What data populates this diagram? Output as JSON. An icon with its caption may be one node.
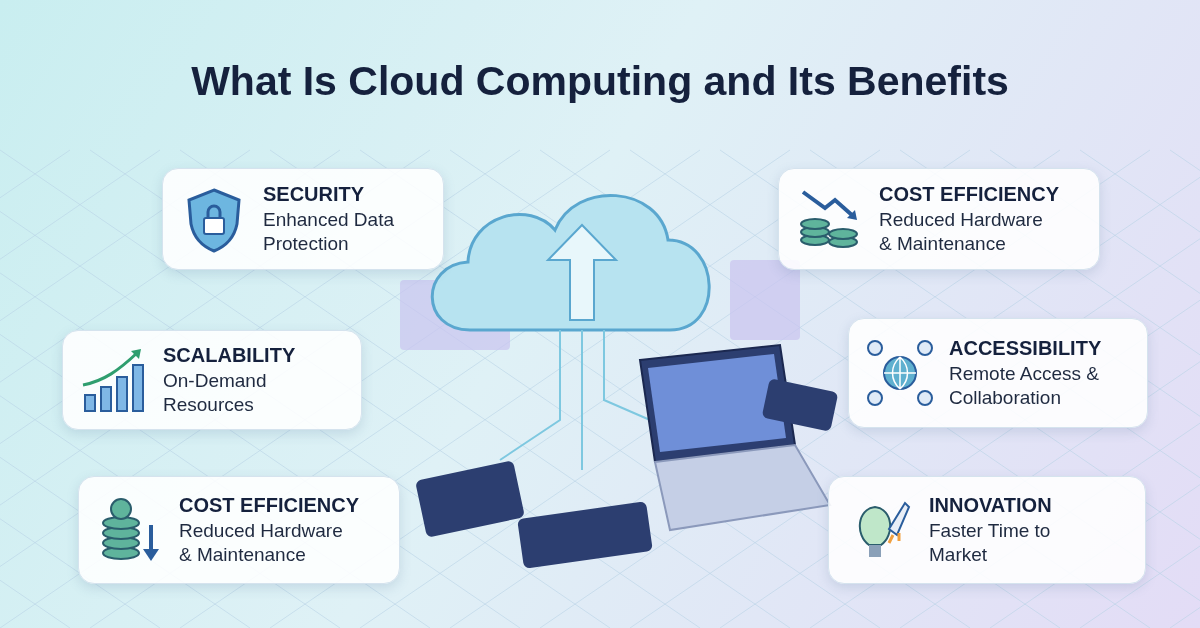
{
  "diagram": {
    "title": "What Is Cloud Computing and Its Benefits",
    "nodes": [
      {
        "text": [
          "SECURITY",
          "Enhanced Data Protection"
        ]
      },
      {
        "text": [
          "COST EFFICIENCY",
          "Reduced Hardware & Maintenance"
        ]
      },
      {
        "text": [
          "SCALABILITY",
          "On-Demand Resources"
        ]
      },
      {
        "text": [
          "ACCESSIBILITY",
          "Remote Access & Collaboration"
        ]
      },
      {
        "text": [
          "COST EFFICIENCY",
          "Reduced Hardware & Maintenance"
        ]
      },
      {
        "text": [
          "INNOVATION",
          "Faster Time to Market"
        ]
      }
    ]
  }
}
